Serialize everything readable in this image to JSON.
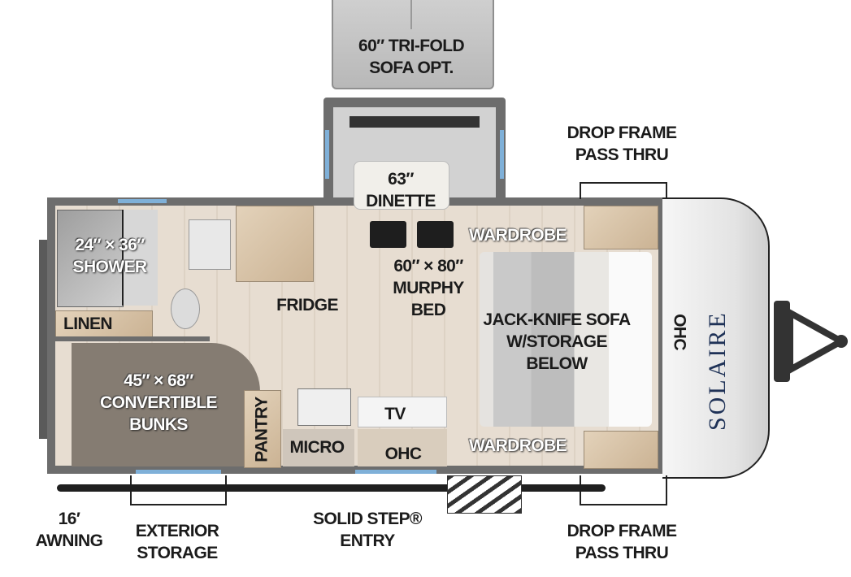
{
  "labels": {
    "sofa_opt": [
      "60″ TRI-FOLD",
      "SOFA OPT."
    ],
    "drop_frame_top": [
      "DROP FRAME",
      "PASS THRU"
    ],
    "dinette": [
      "63″",
      "DINETTE"
    ],
    "wardrobe_top": "WARDROBE",
    "shower": [
      "24″ × 36″",
      "SHOWER"
    ],
    "murphy_bed": [
      "60″ × 80″",
      "MURPHY",
      "BED"
    ],
    "fridge": "FRIDGE",
    "linen": "LINEN",
    "jackknife": [
      "JACK-KNIFE SOFA",
      "W/STORAGE",
      "BELOW"
    ],
    "ohc_front": "OHC",
    "bunks": [
      "45″ × 68″",
      "CONVERTIBLE",
      "BUNKS"
    ],
    "pantry": "PANTRY",
    "tv": "TV",
    "micro": "MICRO",
    "ohc_kitchen": "OHC",
    "wardrobe_bottom": "WARDROBE",
    "awning": [
      "16′",
      "AWNING"
    ],
    "exterior_storage": [
      "EXTERIOR",
      "STORAGE"
    ],
    "solid_step": [
      "SOLID STEP®",
      "ENTRY"
    ],
    "drop_frame_bottom": [
      "DROP FRAME",
      "PASS THRU"
    ]
  },
  "logo": "SOLAIRE",
  "colors": {
    "wall": "#6d6d6d",
    "window": "#7fb0d8",
    "floor": "#e7ddd1",
    "bunk": "#8a8178",
    "cabinet": "#d9c5ab"
  }
}
